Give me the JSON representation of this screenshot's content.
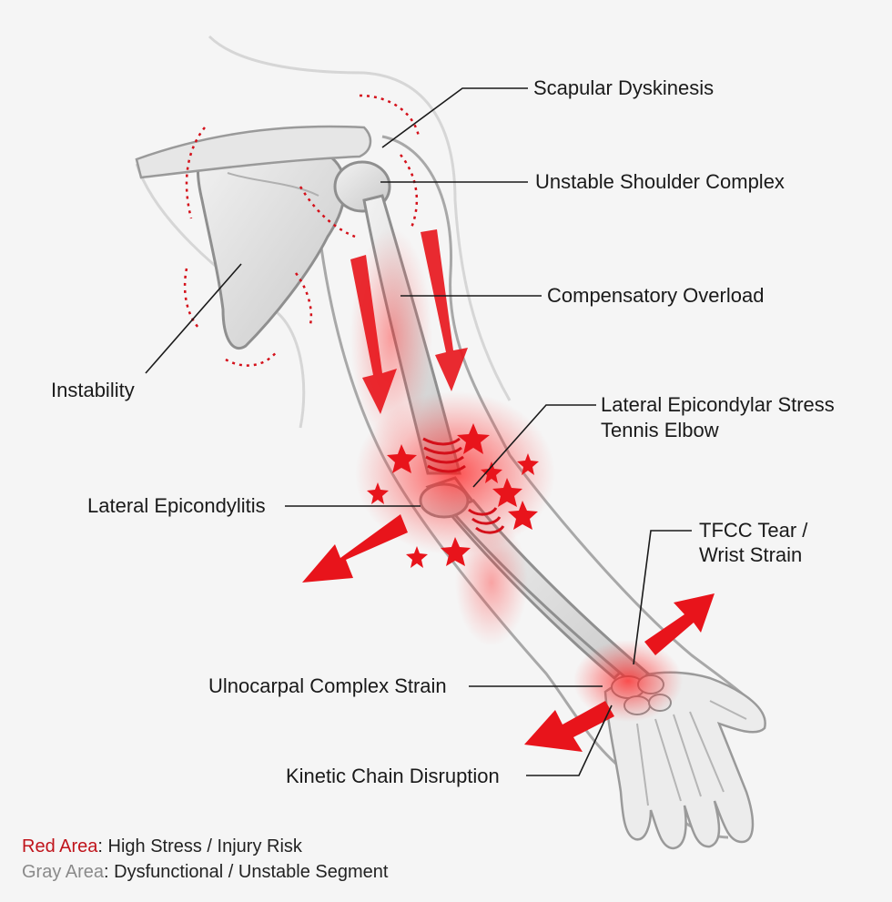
{
  "labels": {
    "scapular_dyskinesis": "Scapular Dyskinesis",
    "unstable_shoulder": "Unstable Shoulder Complex",
    "compensatory_overload": "Compensatory Overload",
    "instability": "Instability",
    "lateral_epicondylar_stress_line1": "Lateral Epicondylar Stress",
    "lateral_epicondylar_stress_line2": "Tennis Elbow",
    "lateral_epicondylitis": "Lateral Epicondylitis",
    "tfcc_line1": "TFCC Tear /",
    "tfcc_line2": "Wrist Strain",
    "ulnocarpal": "Ulnocarpal Complex Strain",
    "kinetic_chain": "Kinetic Chain Disruption"
  },
  "legend": {
    "red_key": "Red Area",
    "red_desc": ": High Stress / Injury Risk",
    "gray_key": "Gray Area",
    "gray_desc": ": Dysfunctional / Unstable Segment"
  },
  "colors": {
    "stress_red": "#e8141b",
    "legend_red": "#c0141b",
    "legend_gray": "#8a8a8a",
    "bone": "#e3e3e3",
    "outline": "#9a9a9a"
  }
}
